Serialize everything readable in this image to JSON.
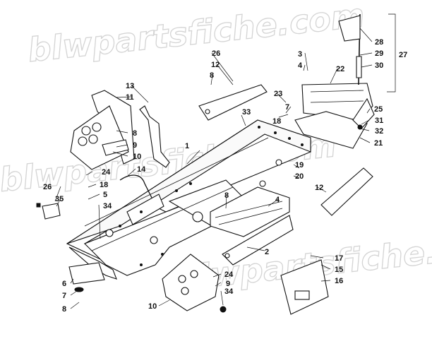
{
  "watermark": "blwpartsfiche.com",
  "callouts": [
    {
      "id": "c1",
      "text": "1"
    },
    {
      "id": "c2",
      "text": "2"
    },
    {
      "id": "c3",
      "text": "3"
    },
    {
      "id": "c4a",
      "text": "4"
    },
    {
      "id": "c4b",
      "text": "4"
    },
    {
      "id": "c5",
      "text": "5"
    },
    {
      "id": "c6",
      "text": "6"
    },
    {
      "id": "c7a",
      "text": "7"
    },
    {
      "id": "c7b",
      "text": "7"
    },
    {
      "id": "c8a",
      "text": "8"
    },
    {
      "id": "c8b",
      "text": "8"
    },
    {
      "id": "c8c",
      "text": "8"
    },
    {
      "id": "c8d",
      "text": "8"
    },
    {
      "id": "c9a",
      "text": "9"
    },
    {
      "id": "c9b",
      "text": "9"
    },
    {
      "id": "c10a",
      "text": "10"
    },
    {
      "id": "c10b",
      "text": "10"
    },
    {
      "id": "c11",
      "text": "11"
    },
    {
      "id": "c12a",
      "text": "12"
    },
    {
      "id": "c12b",
      "text": "12"
    },
    {
      "id": "c13",
      "text": "13"
    },
    {
      "id": "c14",
      "text": "14"
    },
    {
      "id": "c15",
      "text": "15"
    },
    {
      "id": "c16",
      "text": "16"
    },
    {
      "id": "c17",
      "text": "17"
    },
    {
      "id": "c18a",
      "text": "18"
    },
    {
      "id": "c18b",
      "text": "18"
    },
    {
      "id": "c19",
      "text": "19"
    },
    {
      "id": "c20",
      "text": "20"
    },
    {
      "id": "c21",
      "text": "21"
    },
    {
      "id": "c22",
      "text": "22"
    },
    {
      "id": "c23",
      "text": "23"
    },
    {
      "id": "c24a",
      "text": "24"
    },
    {
      "id": "c24b",
      "text": "24"
    },
    {
      "id": "c25",
      "text": "25"
    },
    {
      "id": "c26a",
      "text": "26"
    },
    {
      "id": "c26b",
      "text": "26"
    },
    {
      "id": "c27",
      "text": "27"
    },
    {
      "id": "c28",
      "text": "28"
    },
    {
      "id": "c29",
      "text": "29"
    },
    {
      "id": "c30",
      "text": "30"
    },
    {
      "id": "c31",
      "text": "31"
    },
    {
      "id": "c32",
      "text": "32"
    },
    {
      "id": "c33",
      "text": "33"
    },
    {
      "id": "c34a",
      "text": "34"
    },
    {
      "id": "c34b",
      "text": "34"
    },
    {
      "id": "c35",
      "text": "35"
    }
  ]
}
